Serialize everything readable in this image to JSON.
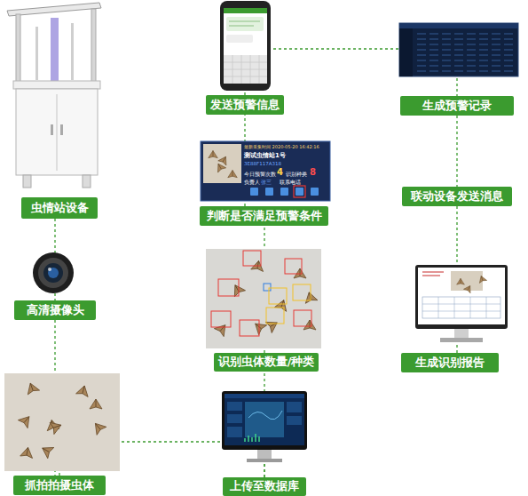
{
  "diagram": {
    "nodes": [
      {
        "text": [
          "虫情站设备"
        ]
      },
      {
        "text": [
          "高清摄像头"
        ]
      },
      {
        "text": [
          "抓拍拍摄虫体"
        ]
      },
      {
        "text": [
          "上传至数据库"
        ]
      },
      {
        "text": [
          "识别虫体数量/种类"
        ]
      },
      {
        "text": [
          "判断是否满足预警条件"
        ]
      },
      {
        "text": [
          "发送预警信息"
        ]
      },
      {
        "text": [
          "生成预警记录"
        ]
      },
      {
        "text": [
          "联动设备发送消息"
        ]
      },
      {
        "text": [
          "生成识别报告"
        ]
      }
    ],
    "edges": [
      {
        "from": 0,
        "to": 1,
        "arrow": "none"
      },
      {
        "from": 1,
        "to": 2,
        "arrow": "none"
      },
      {
        "from": 2,
        "to": 3,
        "arrow": "none"
      },
      {
        "from": 3,
        "to": 4,
        "arrow": "none"
      },
      {
        "from": 4,
        "to": 5,
        "arrow": "none"
      },
      {
        "from": 5,
        "to": 6,
        "arrow": "none"
      },
      {
        "from": 6,
        "to": 7,
        "arrow": "none"
      },
      {
        "from": 7,
        "to": 8,
        "arrow": "none"
      },
      {
        "from": 8,
        "to": 9,
        "arrow": "none"
      }
    ],
    "labels": [
      "最新采集时间 2020-05-20 16:42:16",
      "测试虫情站1号",
      "3E88F117A318",
      "今日预警次数",
      "4",
      "识别种类",
      "8",
      "负责人",
      "张三",
      "联系电话"
    ]
  }
}
